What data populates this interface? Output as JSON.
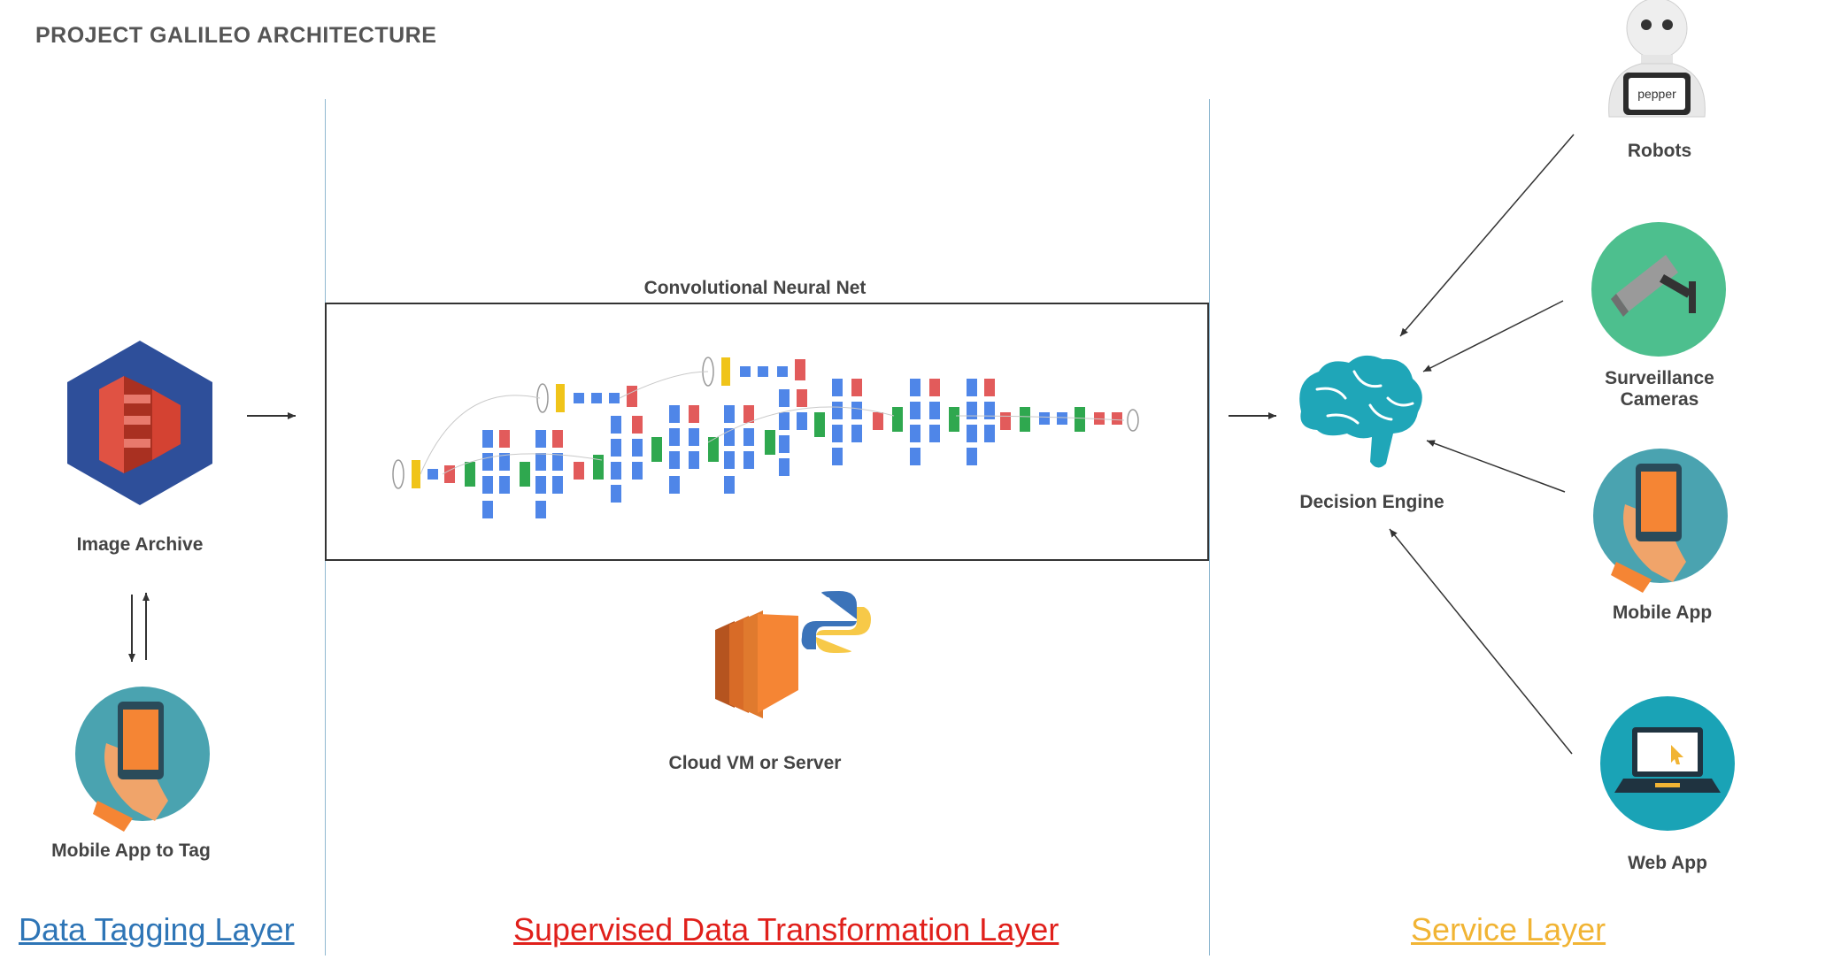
{
  "title": "PROJECT GALILEO ARCHITECTURE",
  "layers": {
    "data_tagging": "Data Tagging Layer",
    "transformation": "Supervised Data Transformation Layer",
    "service": "Service Layer"
  },
  "nodes": {
    "image_archive": "Image Archive",
    "mobile_app_tag": "Mobile App to Tag",
    "cnn": "Convolutional Neural Net",
    "cloud_vm": "Cloud VM or Server",
    "decision_engine": "Decision Engine",
    "robots": "Robots",
    "surveillance_line1": "Surveillance",
    "surveillance_line2": "Cameras",
    "mobile_app": "Mobile App",
    "web_app": "Web App",
    "robot_screen_text": "pepper"
  },
  "colors": {
    "data_layer": "#2e75b6",
    "transformation_layer": "#e0201b",
    "service_layer": "#f1b434",
    "aws_orange": "#f58534",
    "aws_red": "#e05243",
    "hex_blue": "#2e4f9a",
    "teal": "#4aa3b0",
    "brain_teal": "#1fa6b8",
    "camera_green": "#4dbf8e",
    "cnn_blue": "#4f86e8",
    "cnn_red": "#e25b5b",
    "cnn_green": "#2fa84f",
    "cnn_yellow": "#f0c419"
  }
}
